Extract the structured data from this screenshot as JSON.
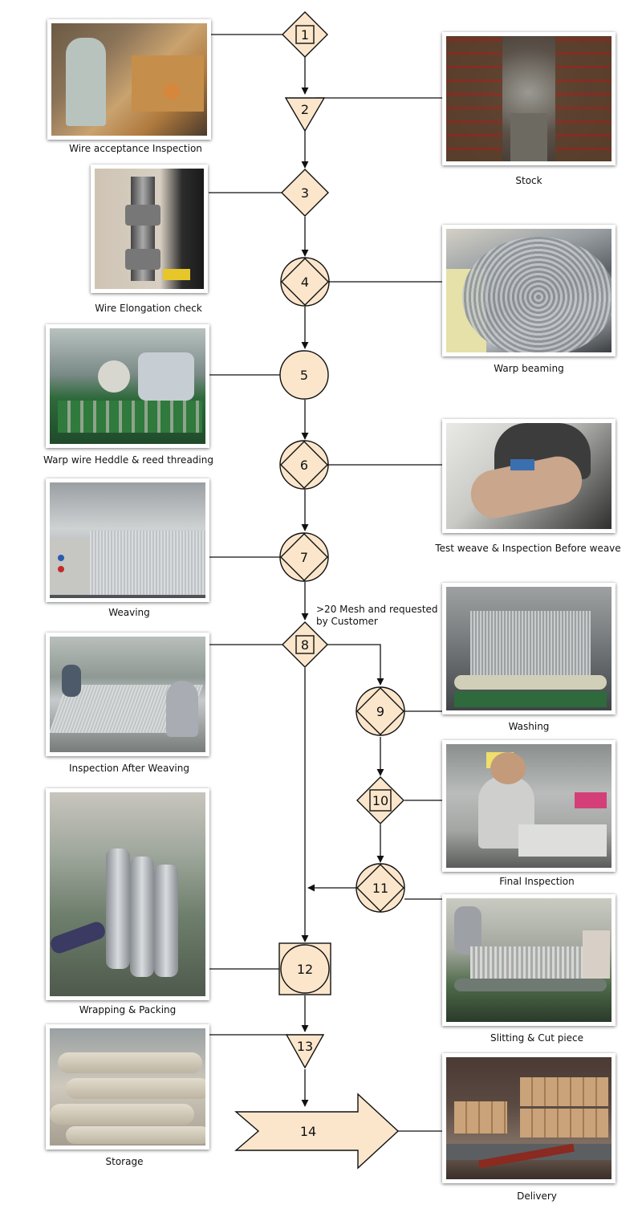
{
  "steps": [
    {
      "num": "1",
      "caption": "Wire acceptance Inspection",
      "photo": "wire-acceptance-inspection-photo"
    },
    {
      "num": "2",
      "caption": "Stock",
      "photo": "stock-warehouse-photo"
    },
    {
      "num": "3",
      "caption": "Wire Elongation check",
      "photo": "wire-elongation-check-photo"
    },
    {
      "num": "4",
      "caption": "Warp beaming",
      "photo": "warp-beaming-photo"
    },
    {
      "num": "5",
      "caption": "Warp wire Heddle & reed threading",
      "photo": "heddle-reed-threading-photo"
    },
    {
      "num": "6",
      "caption": "Test weave & Inspection Before weave",
      "photo": "test-weave-inspection-photo"
    },
    {
      "num": "7",
      "caption": "Weaving",
      "photo": "weaving-photo"
    },
    {
      "num": "8",
      "caption": "Inspection After Weaving",
      "photo": "inspection-after-weaving-photo"
    },
    {
      "num": "9",
      "caption": "Washing",
      "photo": "washing-photo"
    },
    {
      "num": "10",
      "caption": "Final Inspection",
      "photo": "final-inspection-photo"
    },
    {
      "num": "11",
      "caption": "Slitting & Cut piece",
      "photo": "slitting-cut-piece-photo"
    },
    {
      "num": "12",
      "caption": "Wrapping & Packing",
      "photo": "wrapping-packing-photo"
    },
    {
      "num": "13",
      "caption": "Storage",
      "photo": "storage-photo"
    },
    {
      "num": "14",
      "caption": "Delivery",
      "photo": "delivery-photo"
    }
  ],
  "branch_note": ">20 Mesh and requested by Customer",
  "colors": {
    "node_fill": "#fbe6cc",
    "stroke": "#111111",
    "line": "#111111"
  }
}
